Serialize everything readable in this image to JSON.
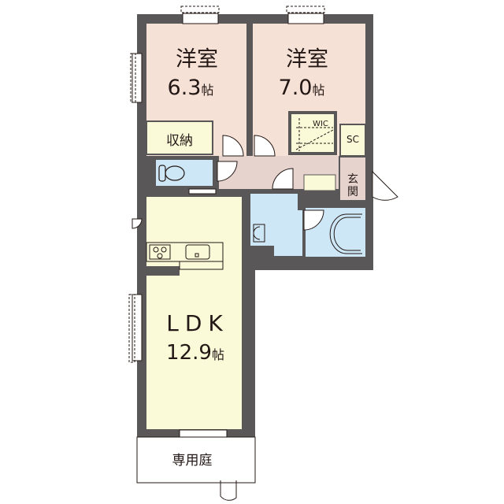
{
  "colors": {
    "wall": "#595757",
    "western_room": "#f6e1d6",
    "ldk": "#fafad9",
    "storage": "#fafad9",
    "hallway": "#e6d3cd",
    "wet_area": "#cde7f7",
    "text": "#231815"
  },
  "rooms": {
    "western_room_1": {
      "name": "洋室",
      "size": "6.3",
      "unit": "帖"
    },
    "western_room_2": {
      "name": "洋室",
      "size": "7.0",
      "unit": "帖"
    },
    "ldk": {
      "name": "LDK",
      "size": "12.9",
      "unit": "帖"
    },
    "storage": {
      "name": "収納"
    },
    "walk_in_closet": {
      "name": "WIC"
    },
    "shoe_closet": {
      "name": "SC"
    },
    "entrance": {
      "name": "玄関"
    },
    "private_garden": {
      "name": "専用庭"
    }
  }
}
